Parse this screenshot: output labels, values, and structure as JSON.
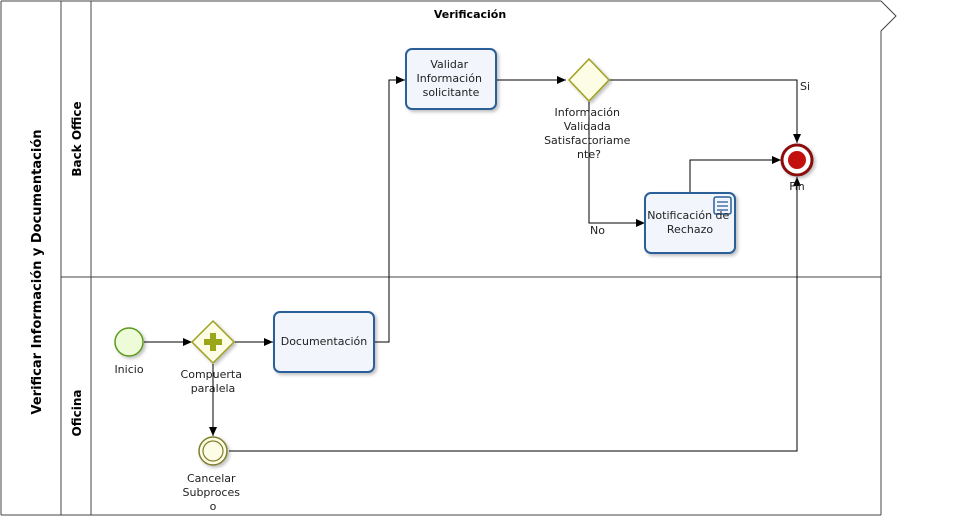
{
  "pool": {
    "title": "Verificar Información y Documentación"
  },
  "phase": {
    "title": "Verificación"
  },
  "lanes": {
    "back_office": "Back Office",
    "oficina": "Oficina"
  },
  "tasks": {
    "validar": [
      "Validar",
      "Información",
      "solicitante"
    ],
    "documentacion": "Documentación",
    "notificacion": [
      "Notificación de",
      "Rechazo"
    ]
  },
  "gateways": {
    "exclusive_label": [
      "Información",
      "Validada",
      "Satisfactoriame",
      "nte?"
    ],
    "parallel_label": [
      "Compuerta",
      "paralela"
    ]
  },
  "events": {
    "start": "Inicio",
    "end": "Fin",
    "cancel": [
      "Cancelar",
      "Subproces",
      "o"
    ]
  },
  "flows": {
    "yes": "Si",
    "no": "No"
  },
  "colors": {
    "task_border": "#2b5f99",
    "task_fill": "#f2f6fc",
    "gateway_border": "#a0a020",
    "gateway_fill": "#fdfde6",
    "gateway_plus": "#9aa61a",
    "start_border": "#5a9a1e",
    "start_fill": "#eefbd9",
    "end_border": "#8a0f0f",
    "end_fill": "#c40f0f",
    "cancel_border": "#7e7e2a"
  },
  "icons": {
    "notification_task": "message-icon",
    "parallel_gateway": "plus-icon"
  }
}
